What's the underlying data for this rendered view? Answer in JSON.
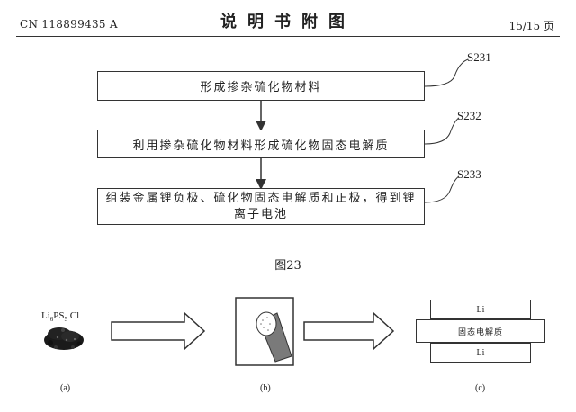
{
  "header": {
    "patent_no": "CN 118899435 A",
    "title": "说明书附图",
    "page": "15/15 页"
  },
  "flowchart": {
    "steps": [
      {
        "id": "S231",
        "text": "形成掺杂硫化物材料"
      },
      {
        "id": "S232",
        "text": "利用掺杂硫化物材料形成硫化物固态电解质"
      },
      {
        "id": "S233",
        "text": "组装金属锂负极、硫化物固态电解质和正极，得到锂离子电池"
      }
    ],
    "figure_title": "图23"
  },
  "process": {
    "formula_main": "Li",
    "formula_sub1": "6",
    "formula_mid": "PS",
    "formula_sub2": "5",
    "formula_end": " Cl",
    "captions": [
      "(a)",
      "(b)",
      "(c)"
    ],
    "layers": {
      "top": "Li",
      "middle": "固态电解质",
      "bottom": "Li"
    }
  },
  "colors": {
    "line": "#333333",
    "rod": "#7a7a7a",
    "powder": "#1a1a1a"
  }
}
